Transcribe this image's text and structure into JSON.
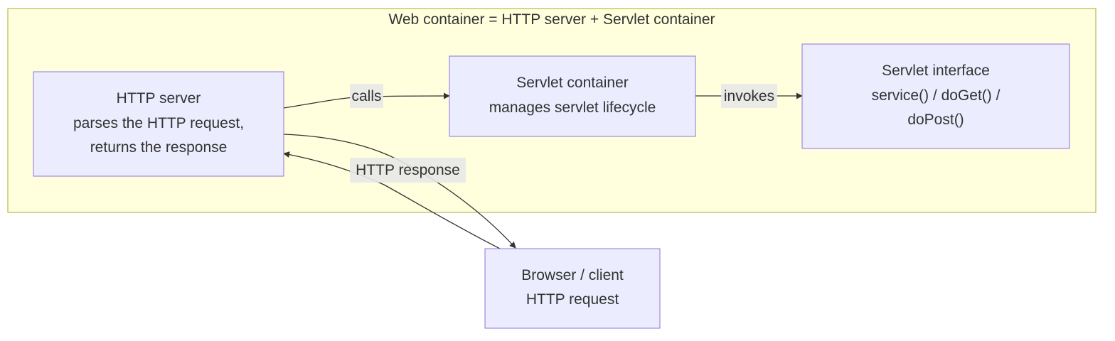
{
  "cluster": {
    "title": "Web container = HTTP server + Servlet container"
  },
  "nodes": {
    "http_server": {
      "lines": [
        "HTTP server",
        "parses the HTTP request,",
        "returns the response"
      ]
    },
    "servlet_container": {
      "lines": [
        "Servlet container",
        "manages servlet lifecycle"
      ]
    },
    "servlet_interface": {
      "lines": [
        "Servlet interface",
        "service() / doGet() /",
        "doPost()"
      ]
    },
    "browser": {
      "lines": [
        "Browser / client",
        "HTTP request"
      ]
    }
  },
  "edges": {
    "calls": {
      "label": "calls"
    },
    "invokes": {
      "label": "invokes"
    },
    "http_response": {
      "label": "HTTP response"
    }
  },
  "colors": {
    "cluster_fill": "#ffffde",
    "cluster_stroke": "#aaaa33",
    "node_fill": "#ececff",
    "node_stroke": "#9370db",
    "edge": "#333333",
    "edge_label_bg": "#e8e8e8"
  }
}
